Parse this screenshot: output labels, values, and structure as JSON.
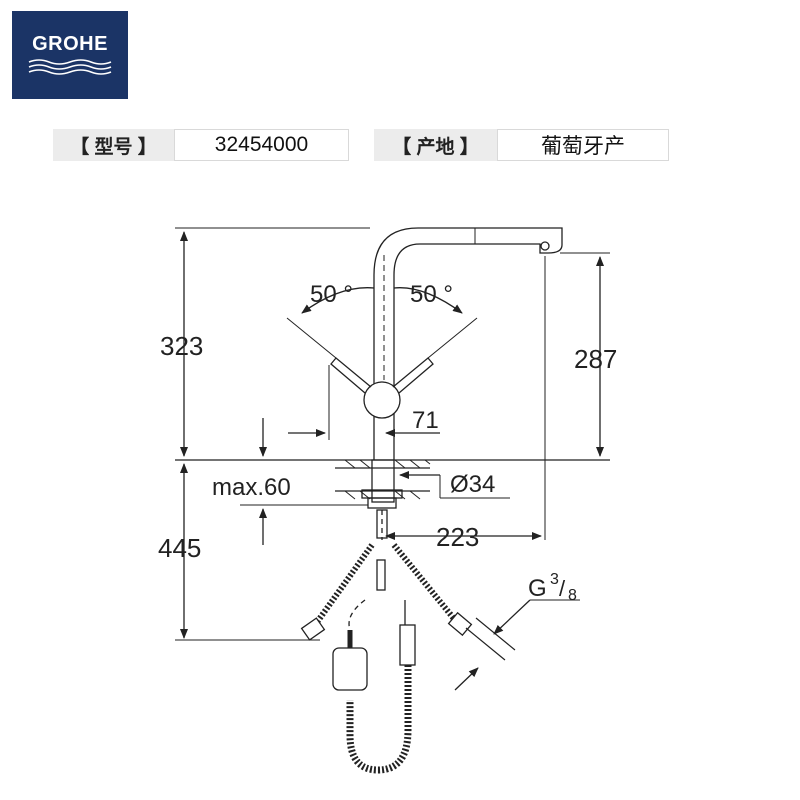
{
  "brand": {
    "name": "GROHE",
    "color": "#1b3466"
  },
  "specs": {
    "model_label": "【 型号 】",
    "model_value": "32454000",
    "origin_label": "【 产地 】",
    "origin_value": "葡萄牙产"
  },
  "drawing": {
    "dimensions": {
      "total_height": "323",
      "spout_height": "287",
      "angle_left": "50 °",
      "angle_right": "50 °",
      "offset": "71",
      "max_thickness": "max.60",
      "diameter": "Ø34",
      "hose_length": "445",
      "reach": "223",
      "thread_base": "G",
      "thread_num": "3",
      "thread_den": "8"
    },
    "line_color": "#222222"
  }
}
